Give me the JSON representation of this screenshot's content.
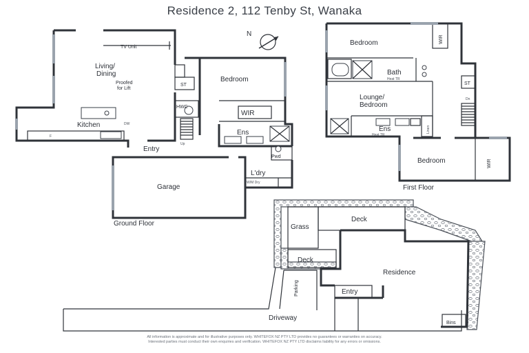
{
  "title": "Residence 2, 112 Tenby St, Wanaka",
  "north_label": "N",
  "ground_floor": {
    "label": "Ground Floor",
    "rooms": {
      "tv_unit": "TV Unit",
      "living": "Living/",
      "dining": "Dining",
      "proofed": "Proofed",
      "for_lift": "for Lift",
      "st": "ST",
      "bedroom": "Bedroom",
      "hwc": "HWC",
      "wir": "WIR",
      "kitchen": "Kitchen",
      "dw": "DW",
      "ens": "Ens",
      "entry": "Entry",
      "pwd": "Pwd",
      "garage": "Garage",
      "laundry": "L'dry",
      "up": "Up",
      "f": "F",
      "wm_dry": "W/M Dry"
    }
  },
  "first_floor": {
    "label": "First Floor",
    "rooms": {
      "bedroom_top": "Bedroom",
      "wir_top": "WIR",
      "bath": "Bath",
      "heat_tr": "Heat TR",
      "st": "ST",
      "dn": "Dn",
      "lounge": "Lounge/",
      "lounge2": "Bedroom",
      "ens": "Ens",
      "ens_heat": "Heat TR",
      "linen": "Linen",
      "bedroom_bottom": "Bedroom",
      "wir_bottom": "WIR"
    }
  },
  "site_plan": {
    "grass": "Grass",
    "deck_top": "Deck",
    "deck_left": "Deck",
    "residence": "Residence",
    "parking": "Parking",
    "entry": "Entry",
    "driveway": "Driveway",
    "bins": "Bins"
  },
  "disclaimer_line1": "All information is approximate and for illustrative purposes only. WHITEFOX NZ PTY LTD provides no guarantees or warranties on accuracy.",
  "disclaimer_line2": "Interested parties must conduct their own enquiries and verification. WHITEFOX NZ PTY LTD disclaims liability for any errors or omissions."
}
